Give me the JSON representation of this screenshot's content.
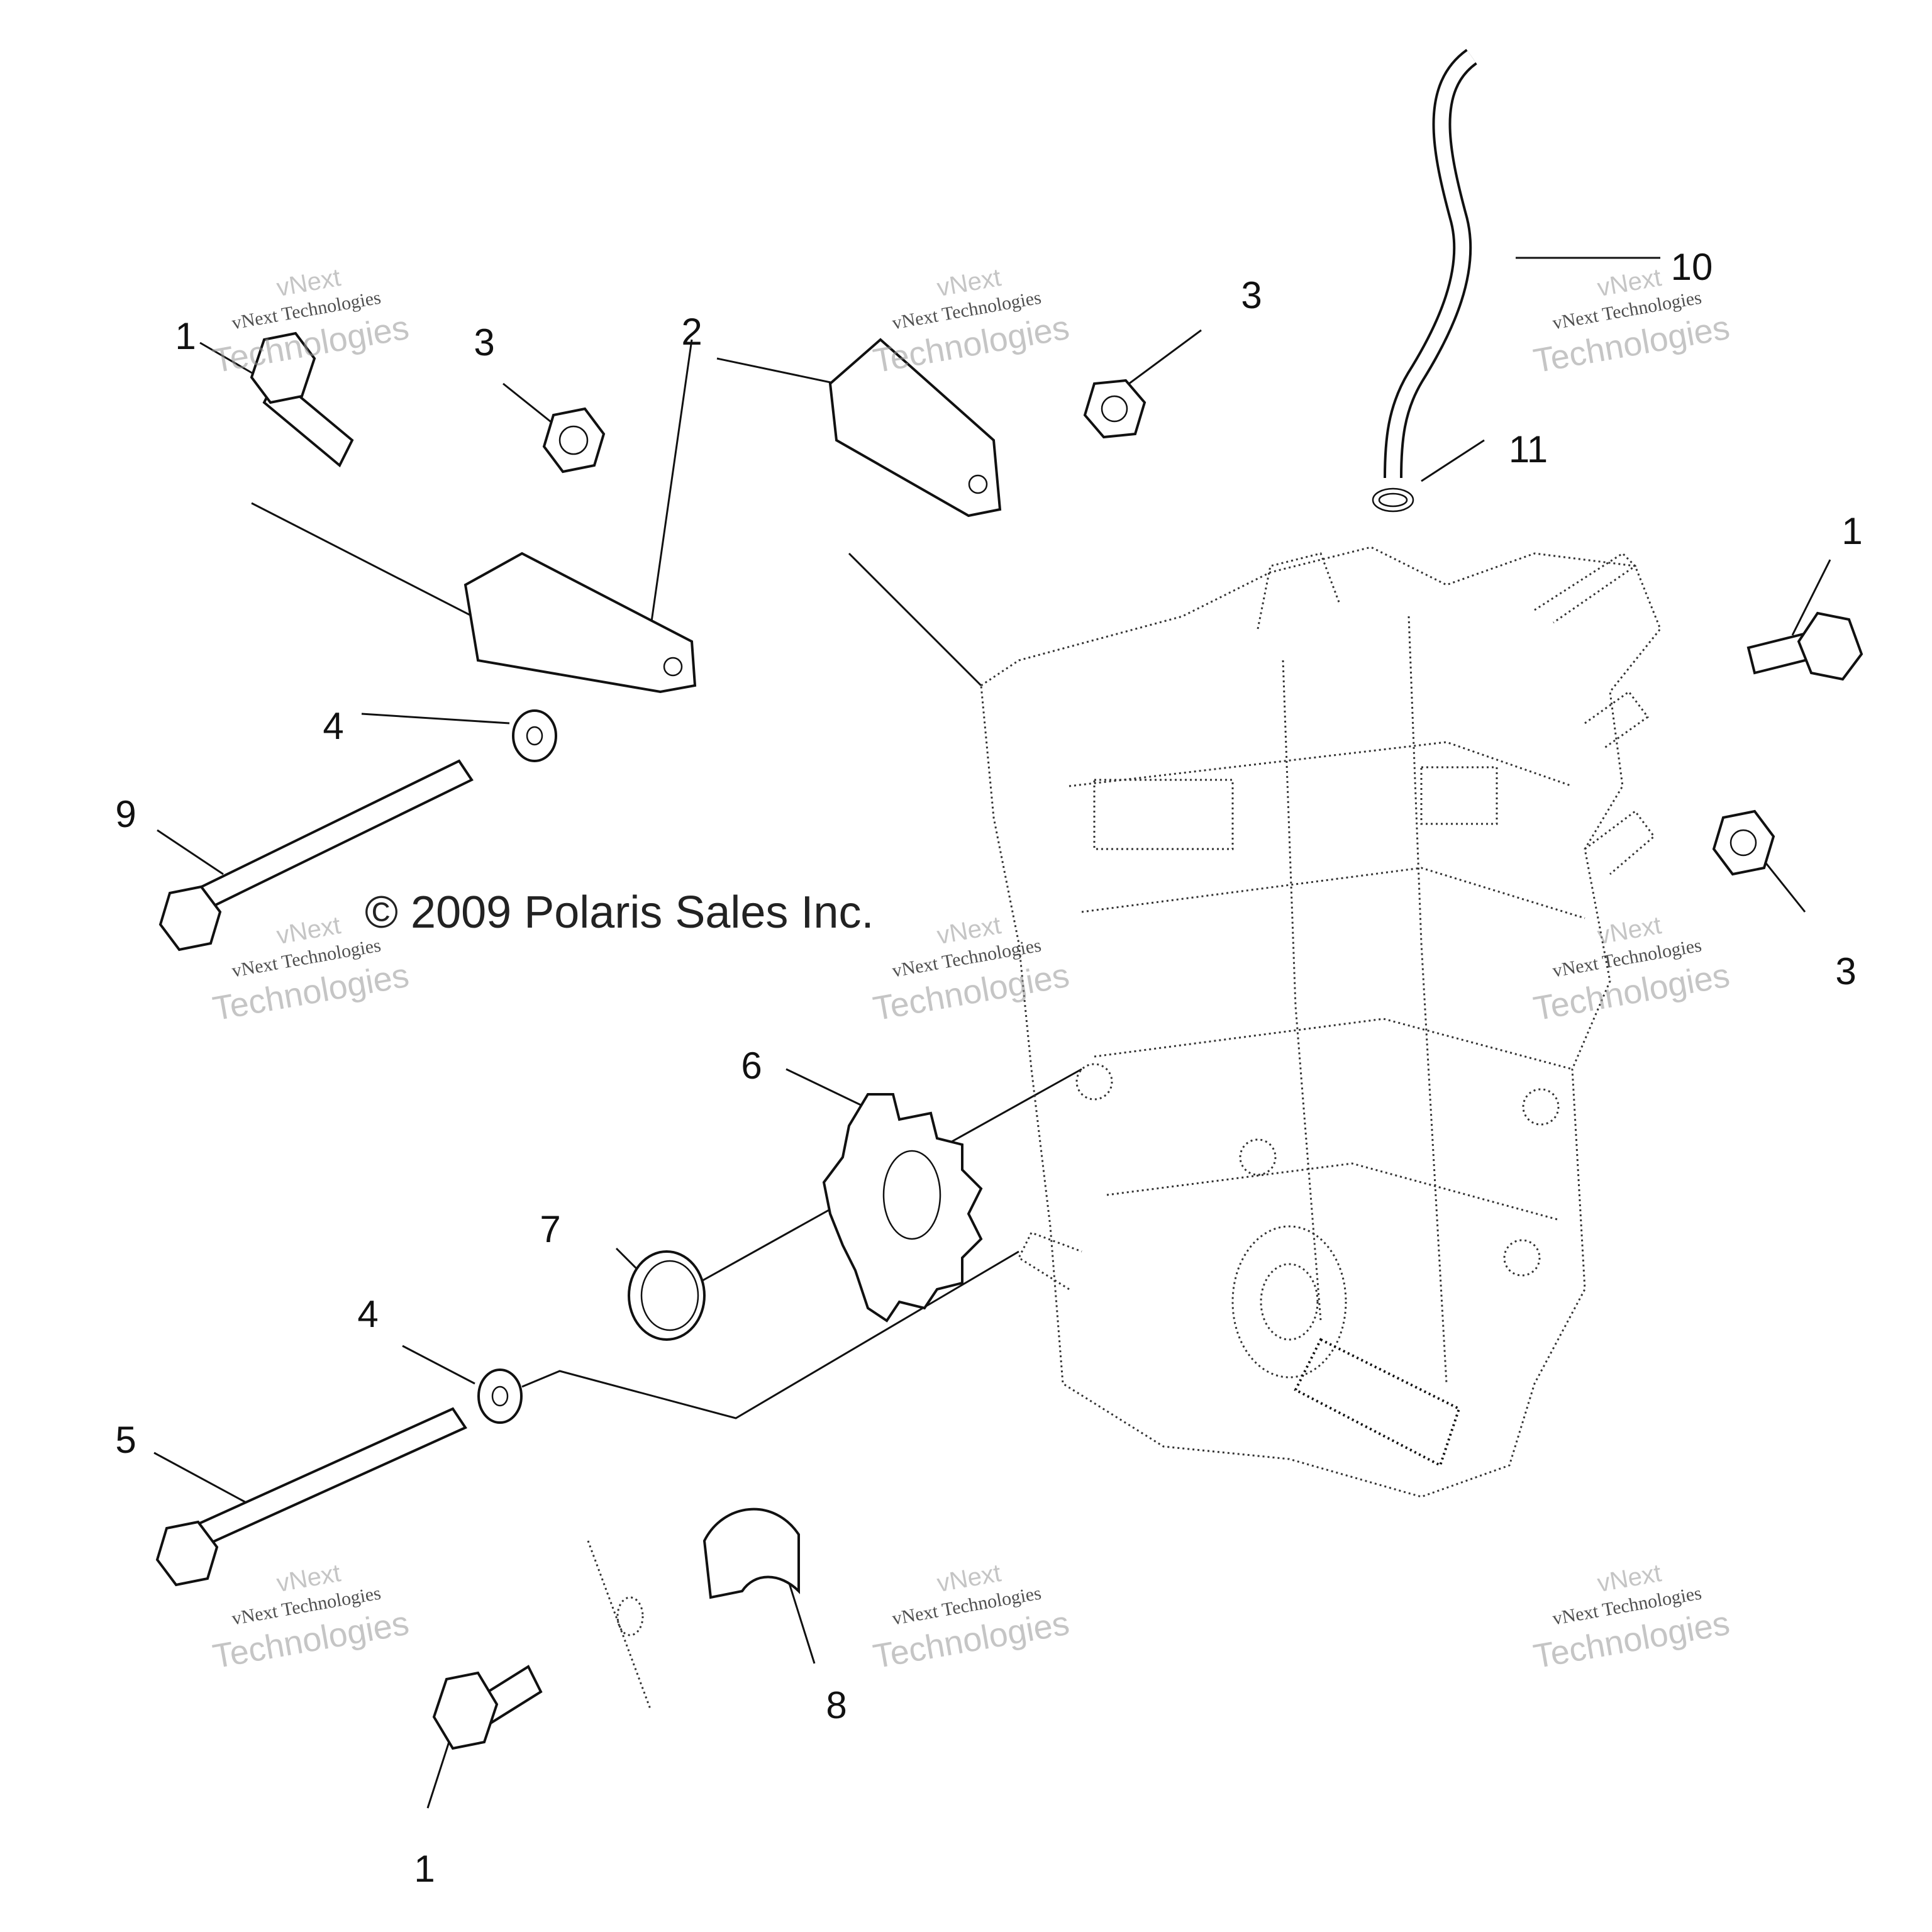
{
  "copyright": "© 2009 Polaris Sales Inc.",
  "watermark": {
    "line1": "vNext",
    "line2": "vNext Technologies",
    "line3": "Technologies"
  },
  "callouts": [
    "1",
    "3",
    "2",
    "3",
    "10",
    "11",
    "1",
    "4",
    "9",
    "3",
    "6",
    "7",
    "4",
    "5",
    "8",
    "1"
  ]
}
